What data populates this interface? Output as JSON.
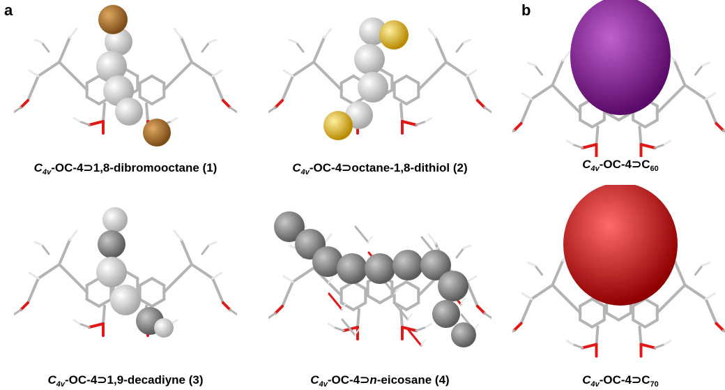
{
  "panel_letters": {
    "a": "a",
    "b": "b"
  },
  "colors": {
    "bromine": "#b47a32",
    "sulfur": "#e8b820",
    "c60": "#8c1c9c",
    "c70": "#e01010",
    "carbon_stick": "#b4b4b4",
    "oxygen": "#e01818",
    "hydrogen": "#f0f0f0",
    "guest_carbon": "#8a8a8a"
  },
  "captions": [
    {
      "c": "C",
      "sub": "4v",
      "mid": "-OC-4⊃",
      "guest": "1,8-dibromooctane (1)"
    },
    {
      "c": "C",
      "sub": "4v",
      "mid": "-OC-4⊃",
      "guest": "octane-1,8-dithiol (2)"
    },
    {
      "c": "C",
      "sub": "4v",
      "mid": "-OC-4⊃",
      "guest": "1,9-decadiyne (3)"
    },
    {
      "c": "C",
      "sub": "4v",
      "mid": "-OC-4⊃",
      "guest_italic": "n",
      "guest": "-eicosane (4)"
    },
    {
      "c": "C",
      "sub": "4v",
      "mid": "-OC-4⊃C",
      "guest_sub": "60"
    },
    {
      "c": "C",
      "sub": "4v",
      "mid": "-OC-4⊃C",
      "guest_sub": "70"
    }
  ]
}
